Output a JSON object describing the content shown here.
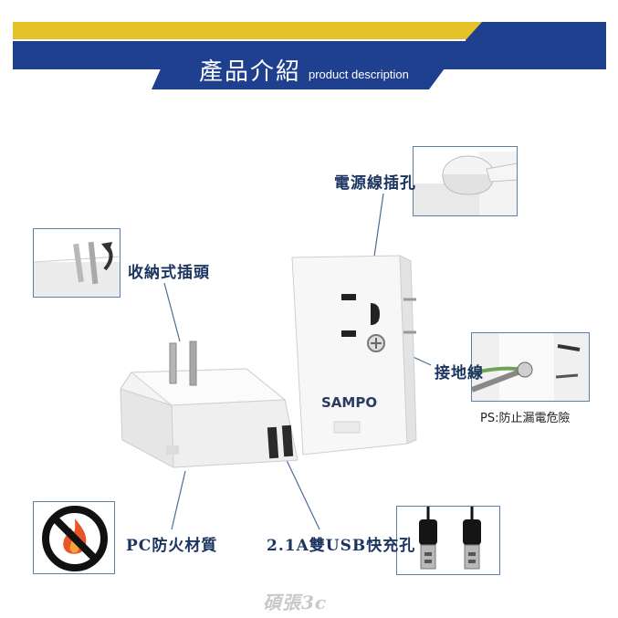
{
  "header": {
    "title_zh": "產品介紹",
    "title_en": "product description"
  },
  "callouts": {
    "power_cord_socket": "電源線插孔",
    "retractable_plug": "收納式插頭",
    "ground_wire": "接地線",
    "ground_note": "PS:防止漏電危險",
    "pc_material": "PC防火材質",
    "usb_port": "2.1A雙USB快充孔"
  },
  "product": {
    "brand": "SAMPO"
  },
  "watermark": "碩張3c",
  "colors": {
    "banner_blue": "#1f3f8f",
    "banner_yellow": "#e6c229",
    "callout_text": "#1b3560",
    "box_border": "#5a7fa8"
  }
}
